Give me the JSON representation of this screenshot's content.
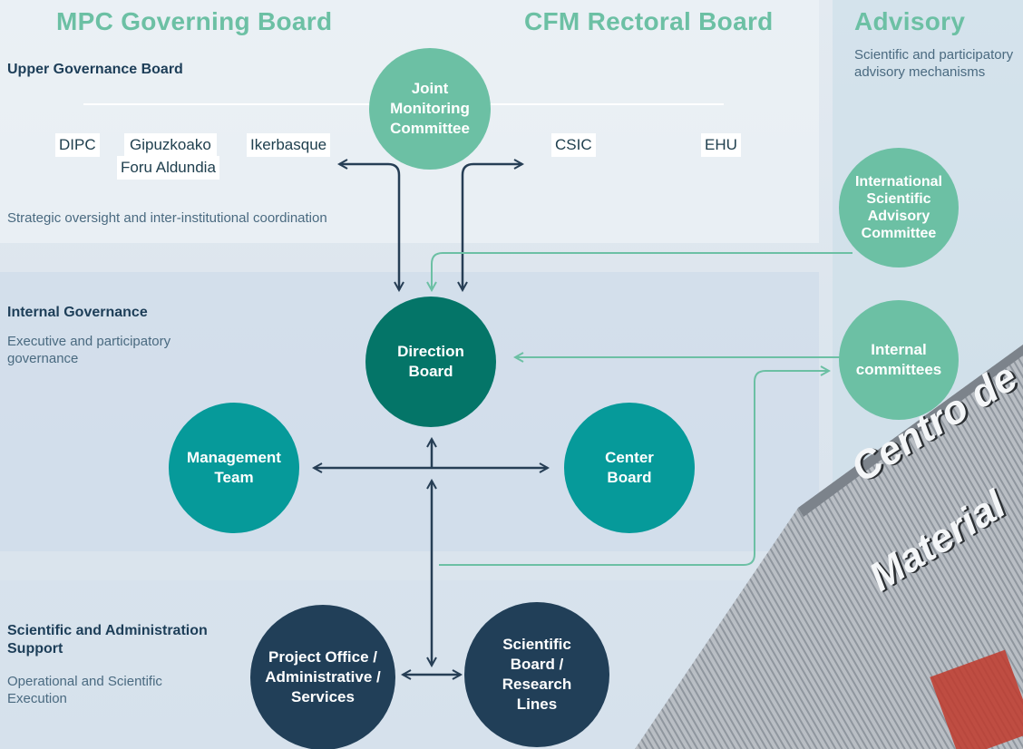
{
  "headers": {
    "mpc": "MPC Governing Board",
    "cfm": "CFM Rectoral Board",
    "advisory": "Advisory"
  },
  "advisory_desc": "Scientific and participatory advisory mechanisms",
  "sections": {
    "upper": {
      "title": "Upper Governance Board",
      "subtitle": "Strategic oversight and inter-institutional coordination"
    },
    "internal": {
      "title": "Internal Governance",
      "subtitle": "Executive and participatory governance"
    },
    "support": {
      "title": "Scientific and Administration Support",
      "subtitle": "Operational and Scientific Execution"
    }
  },
  "institutions": {
    "dipc": "DIPC",
    "gipuzkoa_1": "Gipuzkoako",
    "gipuzkoa_2": "Foru Aldundia",
    "ikerbasque": "Ikerbasque",
    "csic": "CSIC",
    "ehu": "EHU"
  },
  "nodes": {
    "joint": [
      "Joint",
      "Monitoring",
      "Committee"
    ],
    "isac": [
      "International",
      "Scientific",
      "Advisory",
      "Committee"
    ],
    "direction": [
      "Direction",
      "Board"
    ],
    "internal_committees": [
      "Internal",
      "committees"
    ],
    "management": [
      "Management",
      "Team"
    ],
    "center": [
      "Center",
      "Board"
    ],
    "project_office": [
      "Project Office /",
      "Administrative /",
      "Services"
    ],
    "scientific_board": [
      "Scientific",
      "Board /",
      "Research",
      "Lines"
    ]
  },
  "building_sign": [
    "Centro de",
    "Material"
  ],
  "colors": {
    "mint": "#6cc0a4",
    "dark_teal": "#047568",
    "teal": "#069a9a",
    "navy": "#213f58",
    "arrow_dark": "#263e55",
    "arrow_mint": "#6cc0a4"
  }
}
